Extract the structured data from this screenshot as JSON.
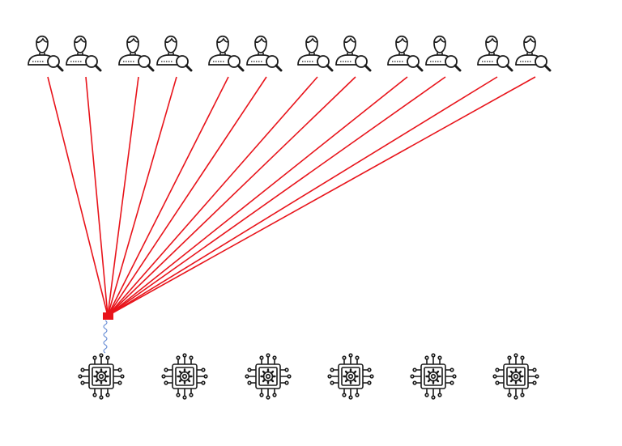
{
  "diagram": {
    "user_icon": "user-search-icon",
    "chip_icon": "processor-chip-gear-icon",
    "user_count": 12,
    "chip_count": 6,
    "hub_icon": "hub-node",
    "colors": {
      "connection": "#e8141b",
      "squiggle": "#6a8fd6",
      "icon_stroke": "#1a1a1a",
      "background": "#ffffff"
    }
  }
}
